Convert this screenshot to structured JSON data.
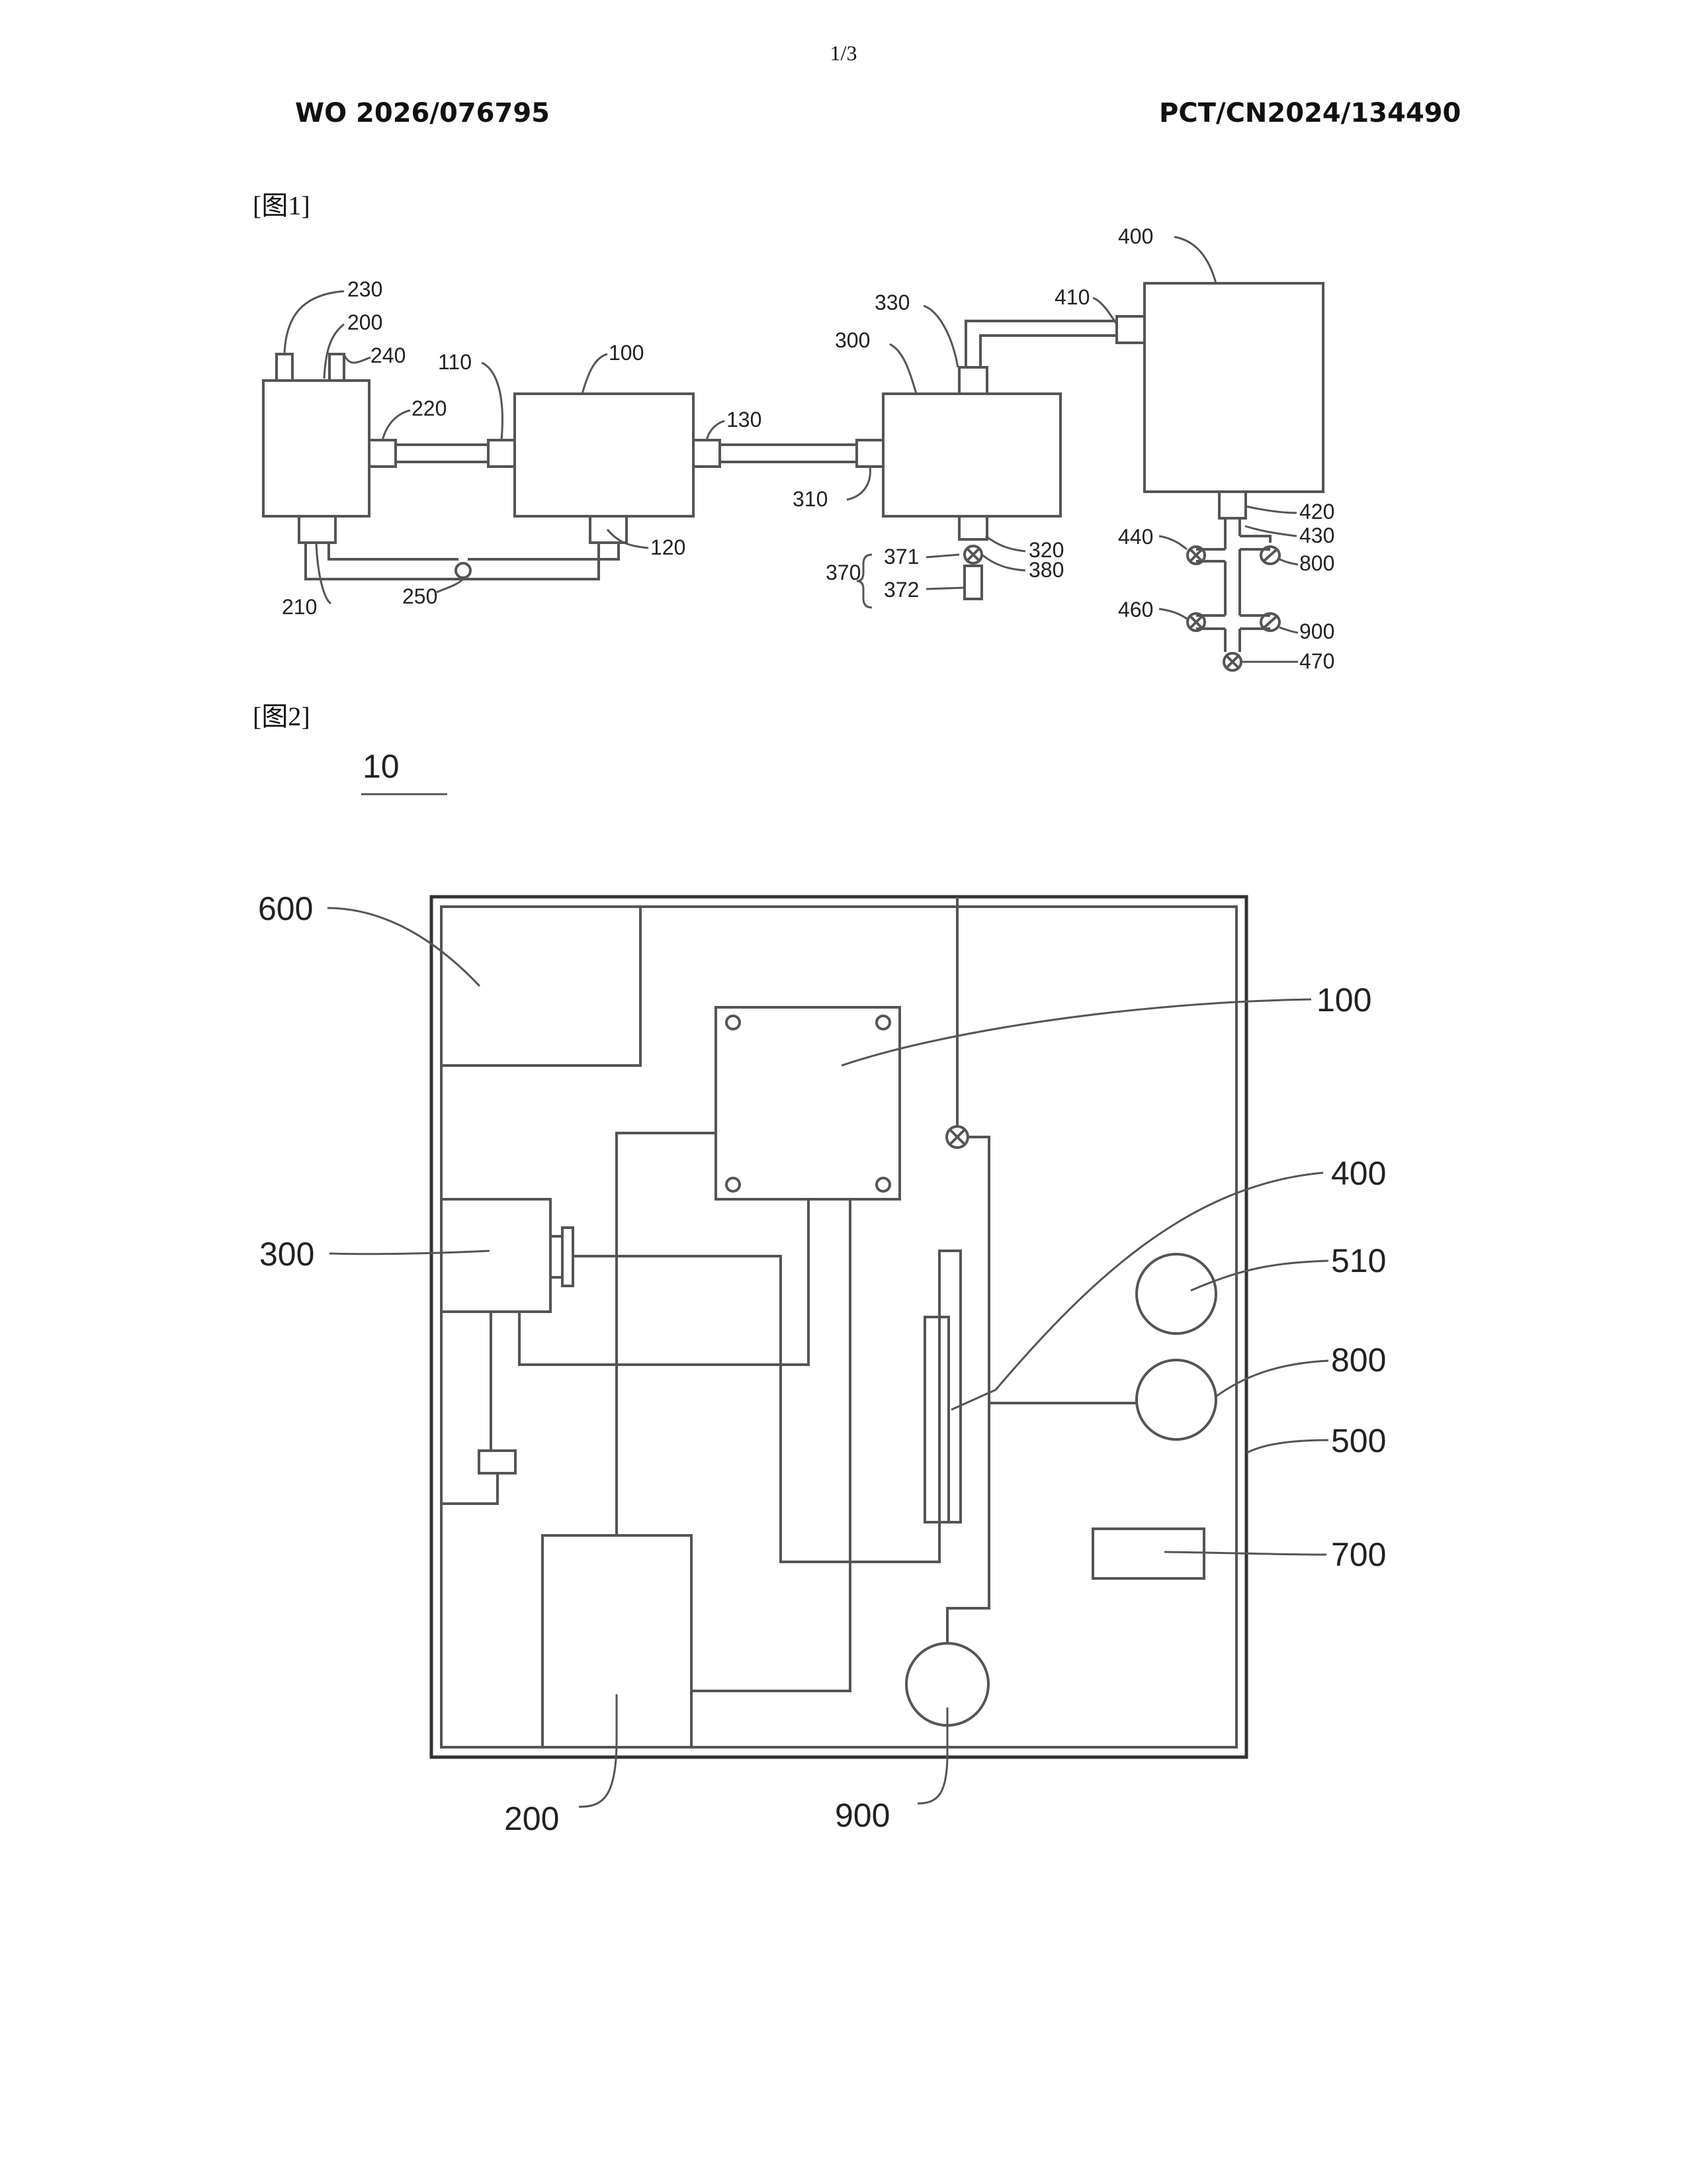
{
  "header": {
    "page_number": "1/3",
    "publication_number": "WO 2026/076795",
    "application_number": "PCT/CN2024/134490"
  },
  "figure1": {
    "caption": "[图1]",
    "labels": {
      "l230": "230",
      "l200": "200",
      "l240": "240",
      "l220": "220",
      "l210": "210",
      "l250": "250",
      "l110": "110",
      "l100": "100",
      "l130": "130",
      "l120": "120",
      "l330": "330",
      "l300": "300",
      "l310": "310",
      "l320": "320",
      "l371": "371",
      "l372": "372",
      "l370": "370",
      "l380": "380",
      "l400": "400",
      "l410": "410",
      "l420": "420",
      "l430": "430",
      "l440": "440",
      "l800": "800",
      "l460": "460",
      "l900": "900",
      "l470": "470"
    }
  },
  "figure2": {
    "caption": "[图2]",
    "device_label": "10",
    "labels": {
      "l600": "600",
      "l100": "100",
      "l400": "400",
      "l300": "300",
      "l510": "510",
      "l800": "800",
      "l500": "500",
      "l700": "700",
      "l200": "200",
      "l900": "900"
    }
  }
}
